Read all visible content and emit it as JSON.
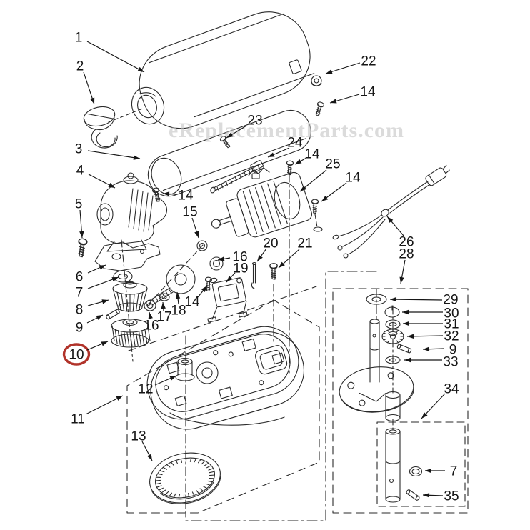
{
  "watermark_text": "eReplacementParts.com",
  "colors": {
    "line": "#2a2a2a",
    "text": "#161616",
    "highlight_red": "#b1332a",
    "watermark": "#c6c6c6",
    "background": "#ffffff"
  },
  "highlighted_callout": "10",
  "callouts": [
    {
      "label": "1"
    },
    {
      "label": "2"
    },
    {
      "label": "22"
    },
    {
      "label": "14"
    },
    {
      "label": "23"
    },
    {
      "label": "3"
    },
    {
      "label": "24"
    },
    {
      "label": "14"
    },
    {
      "label": "4"
    },
    {
      "label": "25"
    },
    {
      "label": "14"
    },
    {
      "label": "14"
    },
    {
      "label": "5"
    },
    {
      "label": "15"
    },
    {
      "label": "26"
    },
    {
      "label": "28"
    },
    {
      "label": "20"
    },
    {
      "label": "21"
    },
    {
      "label": "6"
    },
    {
      "label": "7"
    },
    {
      "label": "8"
    },
    {
      "label": "9"
    },
    {
      "label": "16"
    },
    {
      "label": "19"
    },
    {
      "label": "14"
    },
    {
      "label": "18"
    },
    {
      "label": "17"
    },
    {
      "label": "16"
    },
    {
      "label": "10"
    },
    {
      "label": "11"
    },
    {
      "label": "12"
    },
    {
      "label": "13"
    },
    {
      "label": "29"
    },
    {
      "label": "30"
    },
    {
      "label": "31"
    },
    {
      "label": "32"
    },
    {
      "label": "9"
    },
    {
      "label": "33"
    },
    {
      "label": "34"
    },
    {
      "label": "7"
    },
    {
      "label": "35"
    }
  ]
}
